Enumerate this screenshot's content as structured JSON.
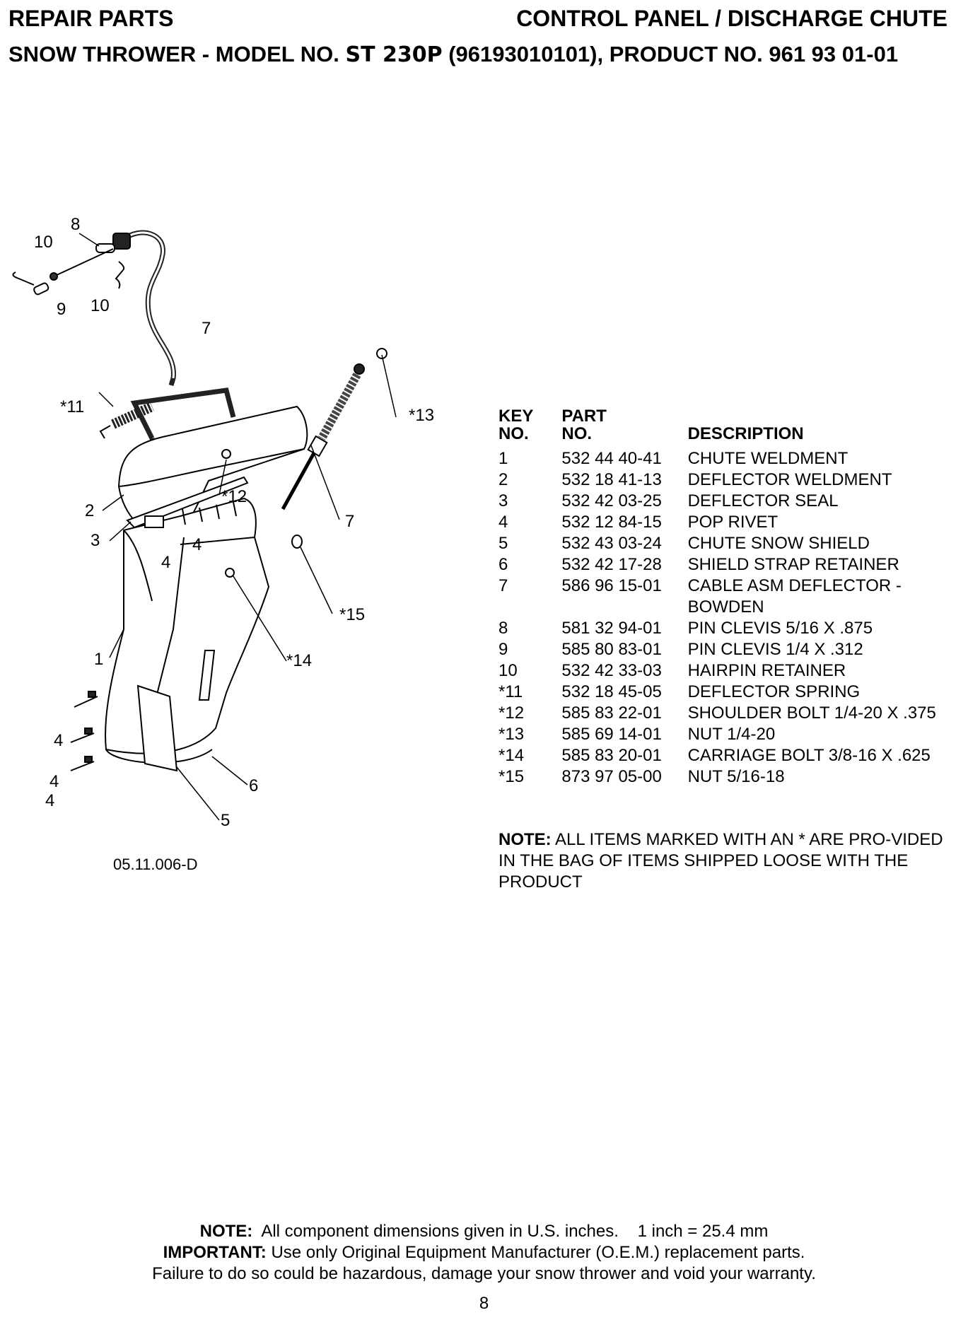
{
  "header": {
    "left": "REPAIR PARTS",
    "right": "CONTROL PANEL / DISCHARGE CHUTE",
    "model_prefix": "SNOW THROWER - MODEL NO. ",
    "model_no": "ST 230P",
    "model_suffix": " (96193010101), PRODUCT NO. 961 93 01-01"
  },
  "diagram": {
    "drawing_number": "05.11.006-D",
    "callouts": [
      "10",
      "8",
      "9",
      "10",
      "7",
      "*11",
      "*13",
      "*12",
      "2",
      "7",
      "3",
      "4",
      "4",
      "*15",
      "1",
      "*14",
      "4",
      "4",
      "6",
      "4",
      "5"
    ]
  },
  "table": {
    "headers": {
      "key_line1": "KEY",
      "key_line2": "NO.",
      "part_line1": "PART",
      "part_line2": "NO.",
      "description": "DESCRIPTION"
    },
    "rows": [
      {
        "key": "1",
        "part": "532 44 40-41",
        "desc": "CHUTE WELDMENT"
      },
      {
        "key": "2",
        "part": "532 18 41-13",
        "desc": "DEFLECTOR WELDMENT"
      },
      {
        "key": "3",
        "part": "532 42 03-25",
        "desc": "DEFLECTOR SEAL"
      },
      {
        "key": "4",
        "part": "532 12 84-15",
        "desc": "POP RIVET"
      },
      {
        "key": "5",
        "part": "532 43 03-24",
        "desc": "CHUTE SNOW SHIELD"
      },
      {
        "key": "6",
        "part": "532 42 17-28",
        "desc": "SHIELD STRAP RETAINER"
      },
      {
        "key": "7",
        "part": "586 96 15-01",
        "desc": "CABLE ASM DEFLECTOR - BOWDEN"
      },
      {
        "key": "8",
        "part": "581 32 94-01",
        "desc": "PIN CLEVIS 5/16 X .875"
      },
      {
        "key": "9",
        "part": "585 80 83-01",
        "desc": "PIN CLEVIS 1/4 X .312"
      },
      {
        "key": "10",
        "part": "532 42 33-03",
        "desc": "HAIRPIN RETAINER"
      },
      {
        "key": "*11",
        "part": "532 18 45-05",
        "desc": "DEFLECTOR SPRING"
      },
      {
        "key": "*12",
        "part": "585 83 22-01",
        "desc": "SHOULDER BOLT 1/4-20 X .375"
      },
      {
        "key": "*13",
        "part": "585 69 14-01",
        "desc": "NUT 1/4-20"
      },
      {
        "key": "*14",
        "part": "585 83 20-01",
        "desc": "CARRIAGE BOLT 3/8-16 X .625"
      },
      {
        "key": "*15",
        "part": "873 97 05-00",
        "desc": "NUT 5/16-18"
      }
    ]
  },
  "note_items": {
    "label": "NOTE:",
    "text": " ALL ITEMS MARKED WITH AN * ARE PRO-VIDED IN THE BAG OF ITEMS SHIPPED LOOSE WITH THE PRODUCT"
  },
  "footer": {
    "note_label": "NOTE:",
    "note_text": "  All component dimensions given in U.S. inches.    1 inch = 25.4 mm",
    "important_label": "IMPORTANT:",
    "important_text": " Use only Original Equipment Manufacturer (O.E.M.) replacement parts.",
    "warning": "Failure to do so could be hazardous, damage your snow thrower and void your warranty."
  },
  "page_number": "8"
}
